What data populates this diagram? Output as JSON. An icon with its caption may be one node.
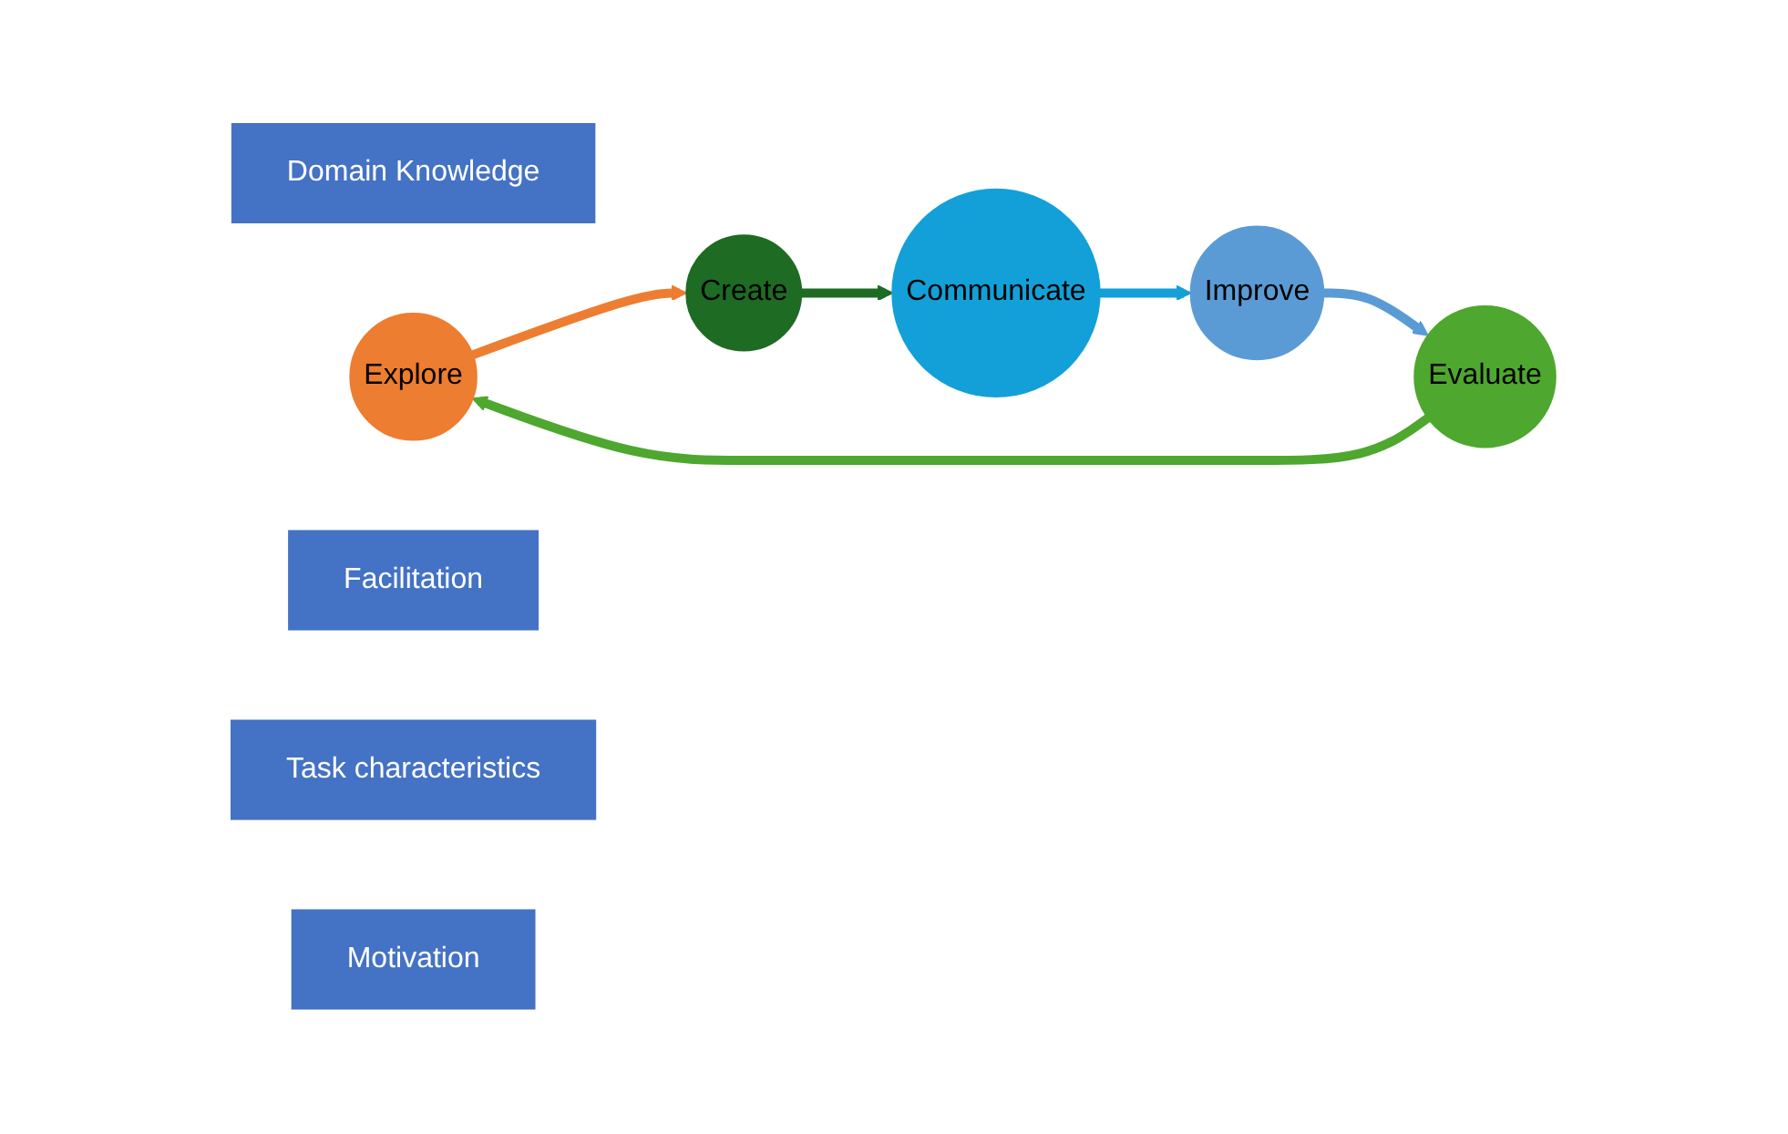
{
  "diagram": {
    "nodes": [
      {
        "text": [
          "Domain Knowledge"
        ]
      },
      {
        "text": [
          "Explore"
        ]
      },
      {
        "text": [
          "Facilitation"
        ]
      },
      {
        "text": [
          "Evaluate"
        ]
      },
      {
        "text": [
          "Create"
        ]
      },
      {
        "text": [
          "Task characteristics"
        ]
      },
      {
        "text": [
          "Motivation"
        ]
      },
      {
        "text": [
          "Improve"
        ]
      },
      {
        "text": [
          "Communicate"
        ]
      }
    ],
    "edges": [
      {
        "from": 1,
        "to": 4,
        "arrow": "to",
        "color": "#ed7d31"
      },
      {
        "from": 4,
        "to": 8,
        "arrow": "to",
        "color": "#1e6b24"
      },
      {
        "from": 8,
        "to": 7,
        "arrow": "to",
        "color": "#13a0d8"
      },
      {
        "from": 7,
        "to": 3,
        "arrow": "to",
        "color": "#5b9bd5"
      },
      {
        "from": 3,
        "to": 1,
        "arrow": "to",
        "color": "#4ea72e"
      }
    ]
  }
}
